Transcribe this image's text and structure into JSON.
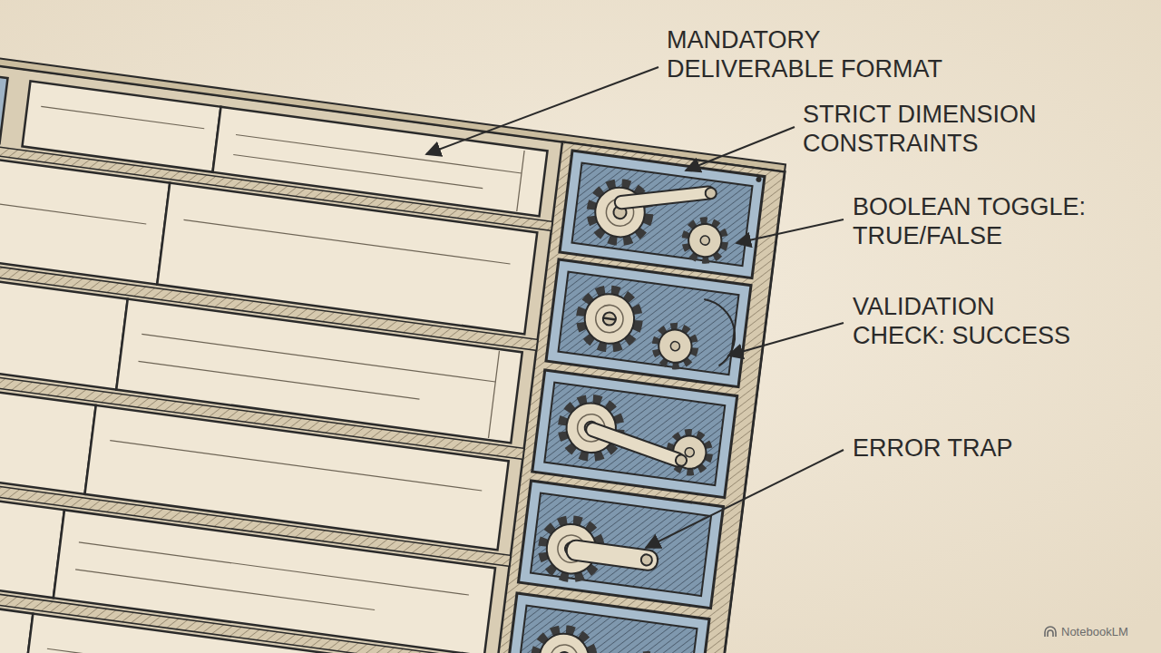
{
  "diagram": {
    "labels": [
      "MANDATORY DELIVERABLE FORMAT",
      "STRICT DIMENSION CONSTRAINTS",
      "BOOLEAN TOGGLE: TRUE/FALSE",
      "VALIDATION CHECK: SUCCESS",
      "ERROR TRAP",
      "NotebookLM"
    ]
  }
}
